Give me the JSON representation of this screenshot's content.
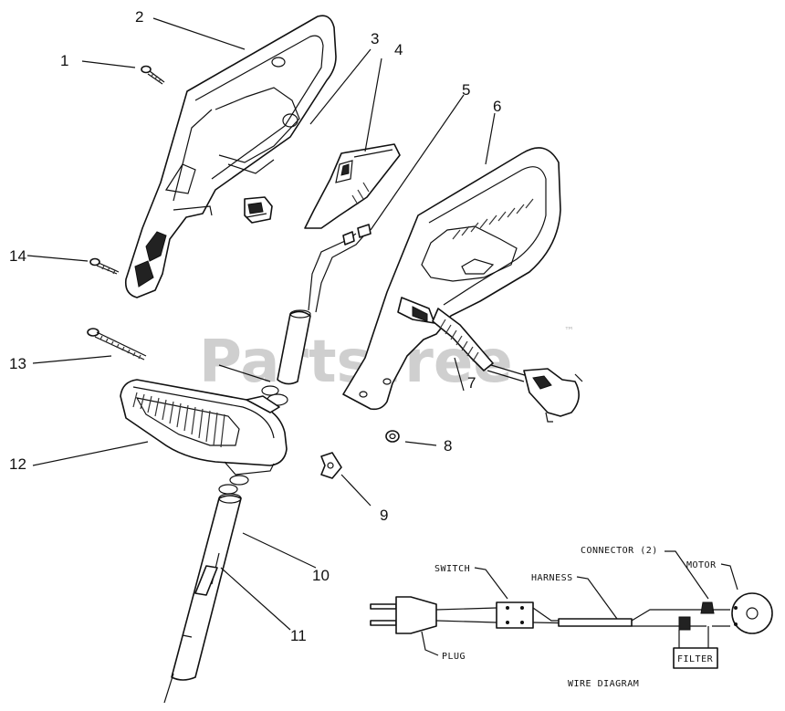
{
  "watermark": {
    "text": "PartsTree",
    "trademark": "™"
  },
  "callouts": [
    "1",
    "2",
    "3",
    "4",
    "5",
    "6",
    "7",
    "8",
    "9",
    "10",
    "11",
    "12",
    "13",
    "14"
  ],
  "wire_diagram": {
    "title": "WIRE DIAGRAM",
    "labels": {
      "switch": "SWITCH",
      "harness": "HARNESS",
      "connector": "CONNECTOR (2)",
      "motor": "MOTOR",
      "plug": "PLUG",
      "filter": "FILTER"
    }
  }
}
